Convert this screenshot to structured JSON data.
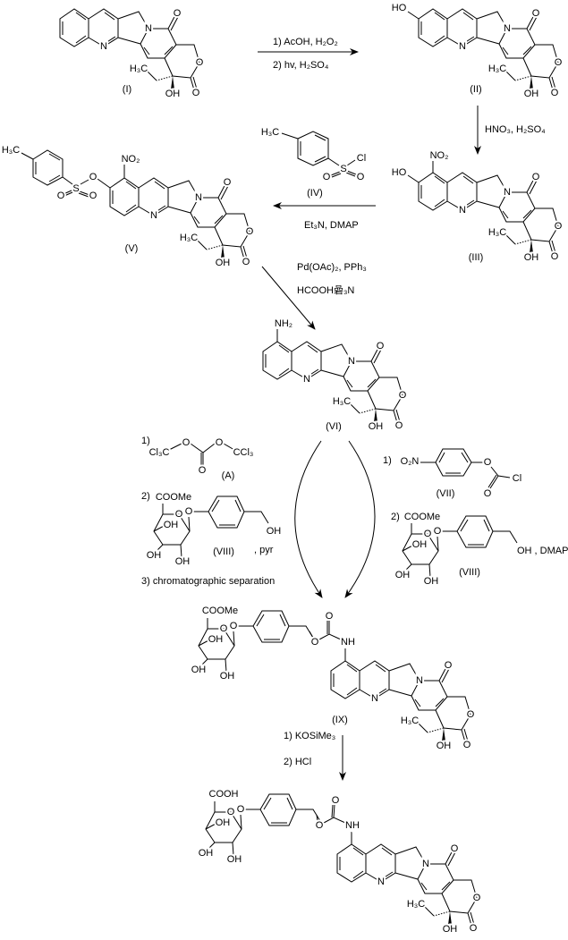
{
  "compounds": {
    "I": "(I)",
    "II": "(II)",
    "III": "(III)",
    "IV": "(IV)",
    "V": "(V)",
    "VI": "(VI)",
    "A": "(A)",
    "VII": "(VII)",
    "VIII_left": "(VIII)",
    "VIII_right": "(VIII)",
    "IX": "(IX)"
  },
  "steps": {
    "step1": {
      "line1": "1) AcOH, H₂O₂",
      "line2": "2) hv, H₂SO₄"
    },
    "step2": {
      "line1": "HNO₃, H₂SO₄"
    },
    "step3": {
      "line1": "Et₃N, DMAP"
    },
    "step4": {
      "line1": "Pd(OAc)₂, PPh₃",
      "line2": "HCOOH碞₃N"
    },
    "left_route": {
      "n1": "1)",
      "n2": "2)",
      "base": ", pyr",
      "line3": "3) chromatographic separation"
    },
    "right_route": {
      "n1": "1)",
      "n2": "2)",
      "base": "OH , DMAP"
    },
    "step6": {
      "line1": "1) KOSiMe₃",
      "line2": "2) HCl"
    }
  },
  "substituents": {
    "oh": "OH",
    "ho": "HO",
    "no2": "NO₂",
    "nh2": "NH₂",
    "nh": "NH",
    "o": "O",
    "h3c": "H₃C",
    "s": "S",
    "cl": "Cl",
    "o2n": "O₂N",
    "c": "C",
    "cl3c": "Cl₃C",
    "ccl3": "CCl₃",
    "coome": "COOMe",
    "cooh": "COOH"
  }
}
